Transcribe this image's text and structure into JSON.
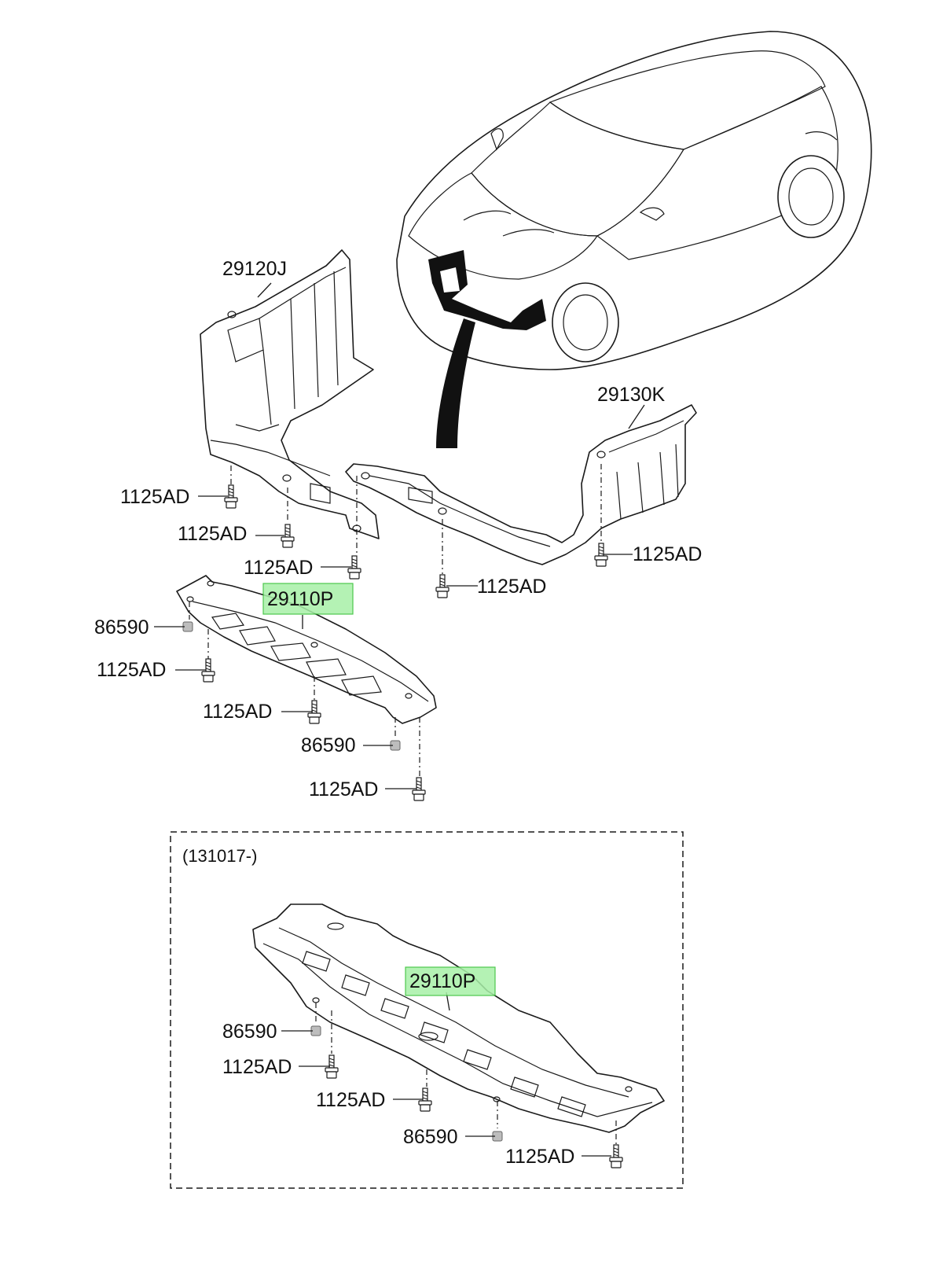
{
  "colors": {
    "highlight_fill": "#a8f0a8",
    "highlight_stroke": "#2fbf2f",
    "line": "#1a1a1a"
  },
  "labels": {
    "p29120J": "29120J",
    "p29130K": "29130K",
    "p29110P_top": "29110P",
    "p29110P_box": "29110P",
    "bolt_a1": "1125AD",
    "bolt_a2": "1125AD",
    "bolt_a3": "1125AD",
    "bolt_a4": "1125AD",
    "bolt_a5": "1125AD",
    "nut_b1": "86590",
    "bolt_b1": "1125AD",
    "bolt_b2": "1125AD",
    "nut_b2": "86590",
    "bolt_b3": "1125AD",
    "box_date": "(131017-)",
    "nut_c1": "86590",
    "bolt_c1": "1125AD",
    "bolt_c2": "1125AD",
    "nut_c2": "86590",
    "bolt_c3": "1125AD"
  }
}
